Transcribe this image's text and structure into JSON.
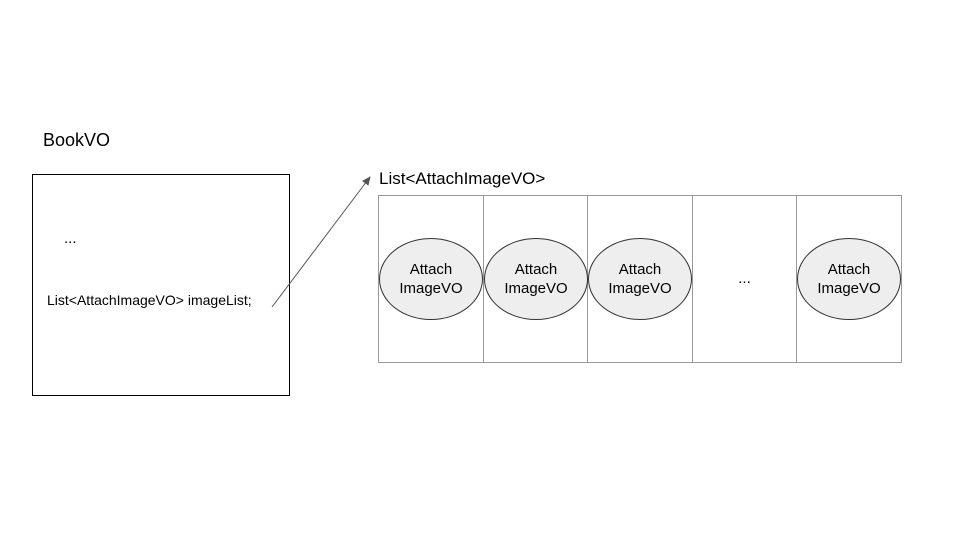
{
  "book": {
    "title": "BookVO",
    "ellipsis": "...",
    "field": "List<AttachImageVO> imageList;"
  },
  "list": {
    "title": "List<AttachImageVO>",
    "cells": [
      {
        "kind": "item",
        "label": "Attach\nImageVO"
      },
      {
        "kind": "item",
        "label": "Attach\nImageVO"
      },
      {
        "kind": "item",
        "label": "Attach\nImageVO"
      },
      {
        "kind": "ellipsis",
        "label": "..."
      },
      {
        "kind": "item",
        "label": "Attach\nImageVO"
      }
    ]
  },
  "colors": {
    "ellipse_fill": "#eeeeee",
    "cell_border": "#999999",
    "arrow": "#555555"
  }
}
